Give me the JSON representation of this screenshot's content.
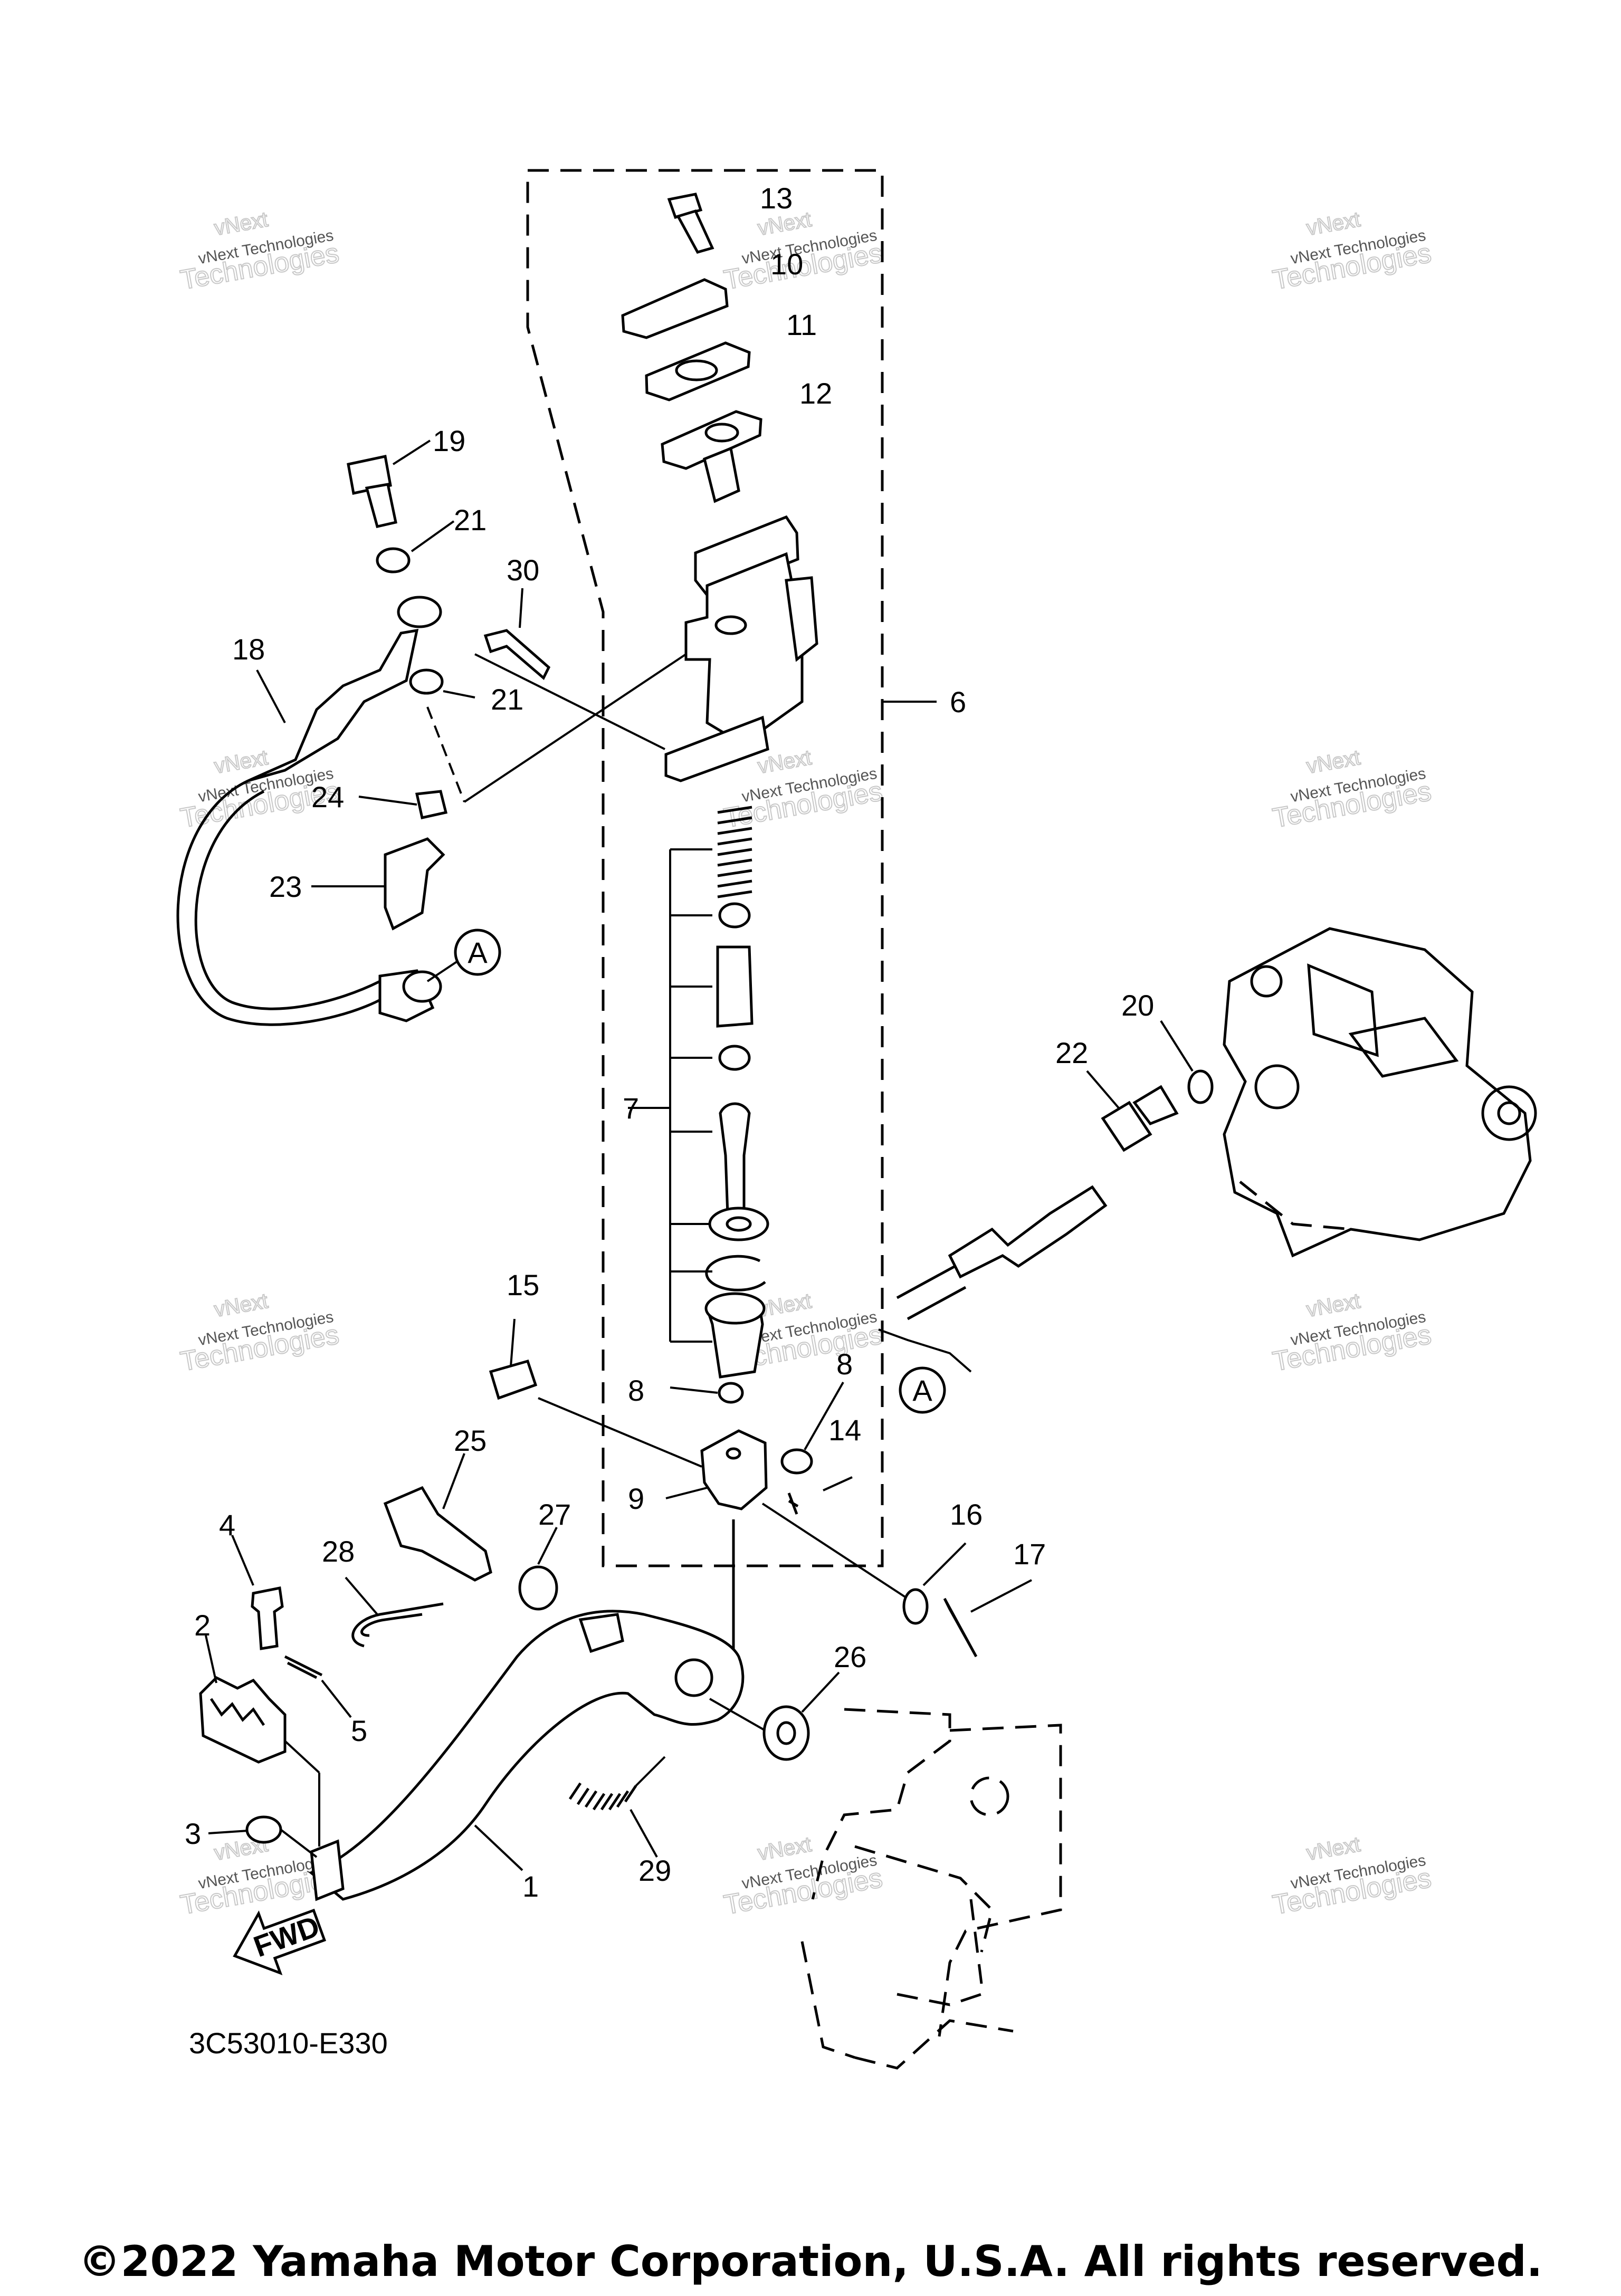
{
  "callouts": {
    "c1": "1",
    "c2": "2",
    "c3": "3",
    "c4": "4",
    "c5": "5",
    "c6": "6",
    "c7": "7",
    "c8a": "8",
    "c8b": "8",
    "c9": "9",
    "c10": "10",
    "c11": "11",
    "c12": "12",
    "c13": "13",
    "c14": "14",
    "c15": "15",
    "c16": "16",
    "c17": "17",
    "c18": "18",
    "c19": "19",
    "c20": "20",
    "c21a": "21",
    "c21b": "21",
    "c22": "22",
    "c23": "23",
    "c24": "24",
    "c25": "25",
    "c26": "26",
    "c27": "27",
    "c28": "28",
    "c29": "29",
    "c30": "30"
  },
  "connector_label": "A",
  "fwd_label": "FWD",
  "diagram_code": "3C53010-E330",
  "watermark": {
    "line1": "vNext Technologies",
    "line2": "Technologies",
    "line3": "vNext"
  },
  "copyright": "©2022 Yamaha Motor Corporation, U.S.A. All rights reserved."
}
